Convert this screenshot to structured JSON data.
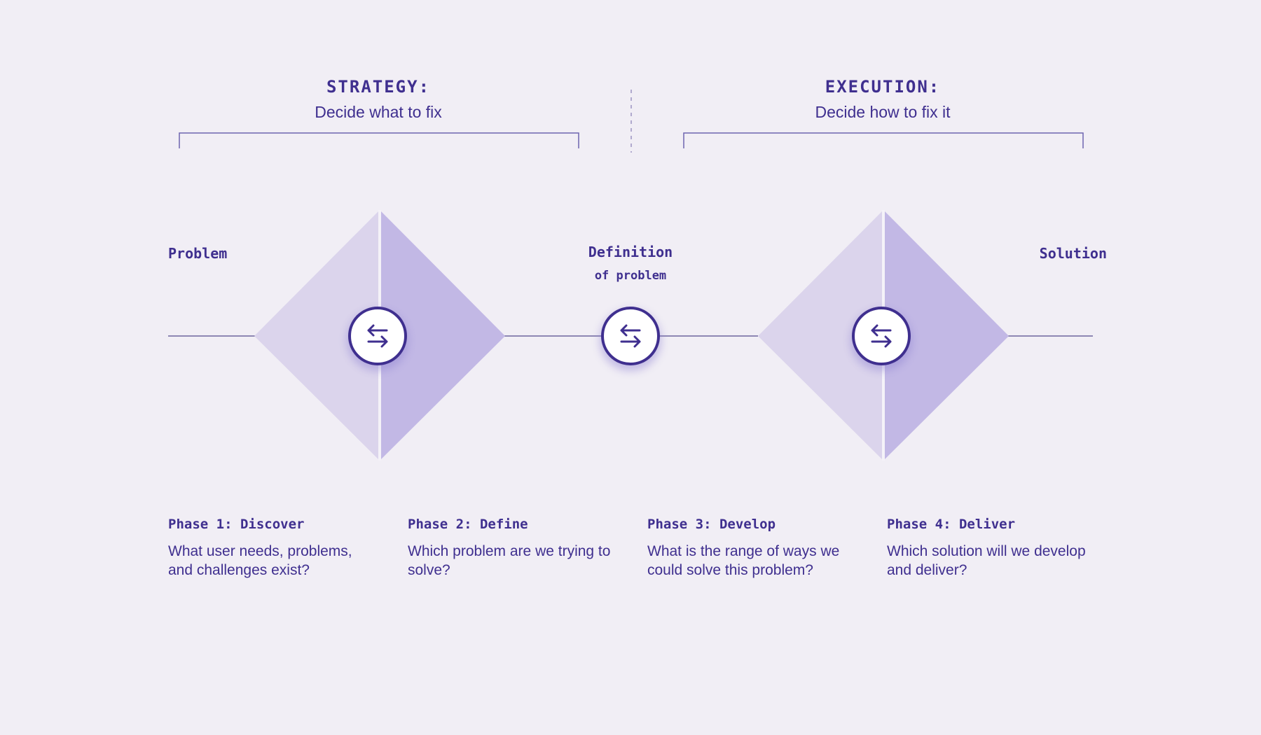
{
  "header": {
    "strategy": {
      "title": "STRATEGY:",
      "subtitle": "Decide what to fix"
    },
    "execution": {
      "title": "EXECUTION:",
      "subtitle": "Decide how to fix it"
    }
  },
  "nodes": {
    "problem": "Problem",
    "definition_line1": "Definition",
    "definition_line2": "of problem",
    "solution": "Solution"
  },
  "phases": [
    {
      "title": "Phase 1: Discover",
      "description": "What user needs, problems, and challenges exist?"
    },
    {
      "title": "Phase 2: Define",
      "description": "Which problem are we trying to solve?"
    },
    {
      "title": "Phase 3: Develop",
      "description": "What is the range of ways we could solve this problem?"
    },
    {
      "title": "Phase 4: Deliver",
      "description": "Which solution will we develop and deliver?"
    }
  ],
  "icons": [
    "swap-arrows-icon",
    "swap-arrows-icon",
    "swap-arrows-icon"
  ],
  "colors": {
    "background": "#f1eef5",
    "accent": "#3f2f8f",
    "diamond_light": "#dbd4ec",
    "diamond_dark": "#c2b8e5",
    "line": "#8d86b3"
  }
}
